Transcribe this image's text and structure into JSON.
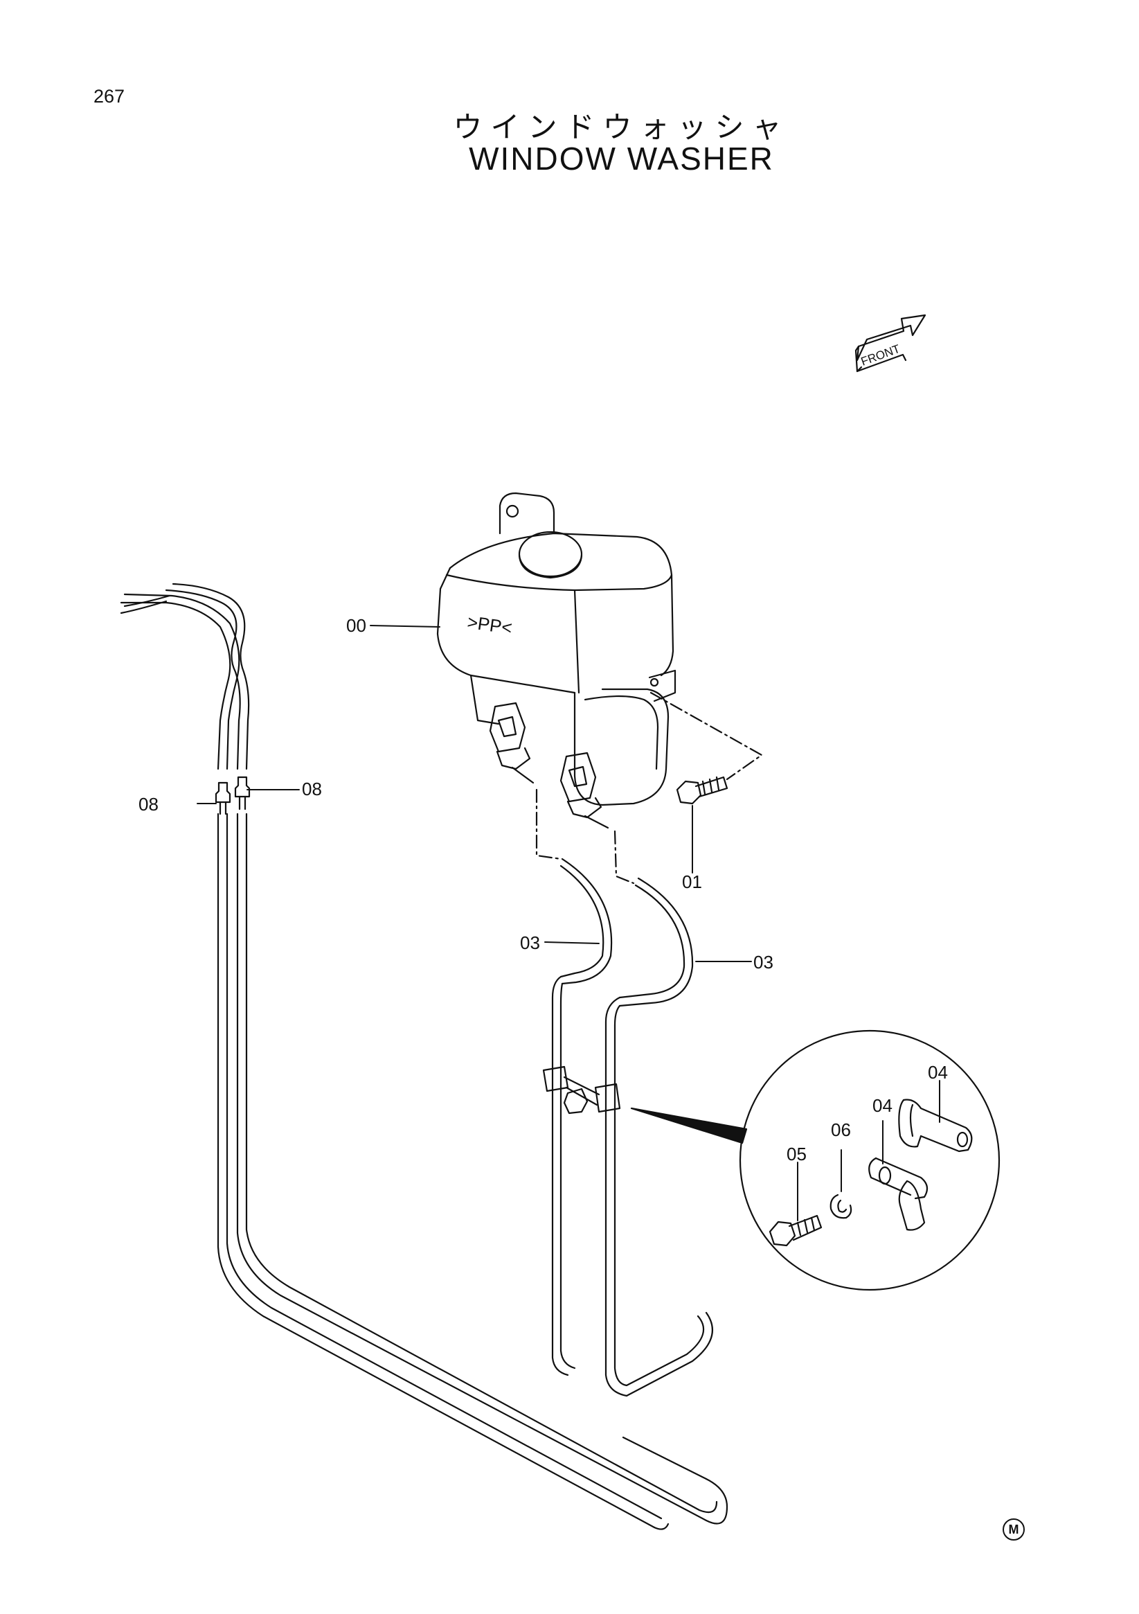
{
  "page_number": "267",
  "title_jp": "ウインドウォッシャ",
  "title_en": "WINDOW WASHER",
  "front_label": "FRONT",
  "tank_marking": ">PP<",
  "callouts": {
    "tank": "00",
    "bolt_tank": "01",
    "hose_left": "03",
    "hose_right": "03",
    "clamp_a": "04",
    "clamp_b": "04",
    "bolt_clamp": "05",
    "washer": "06",
    "joint_left": "08",
    "joint_right": "08"
  },
  "corner_mark": "M"
}
